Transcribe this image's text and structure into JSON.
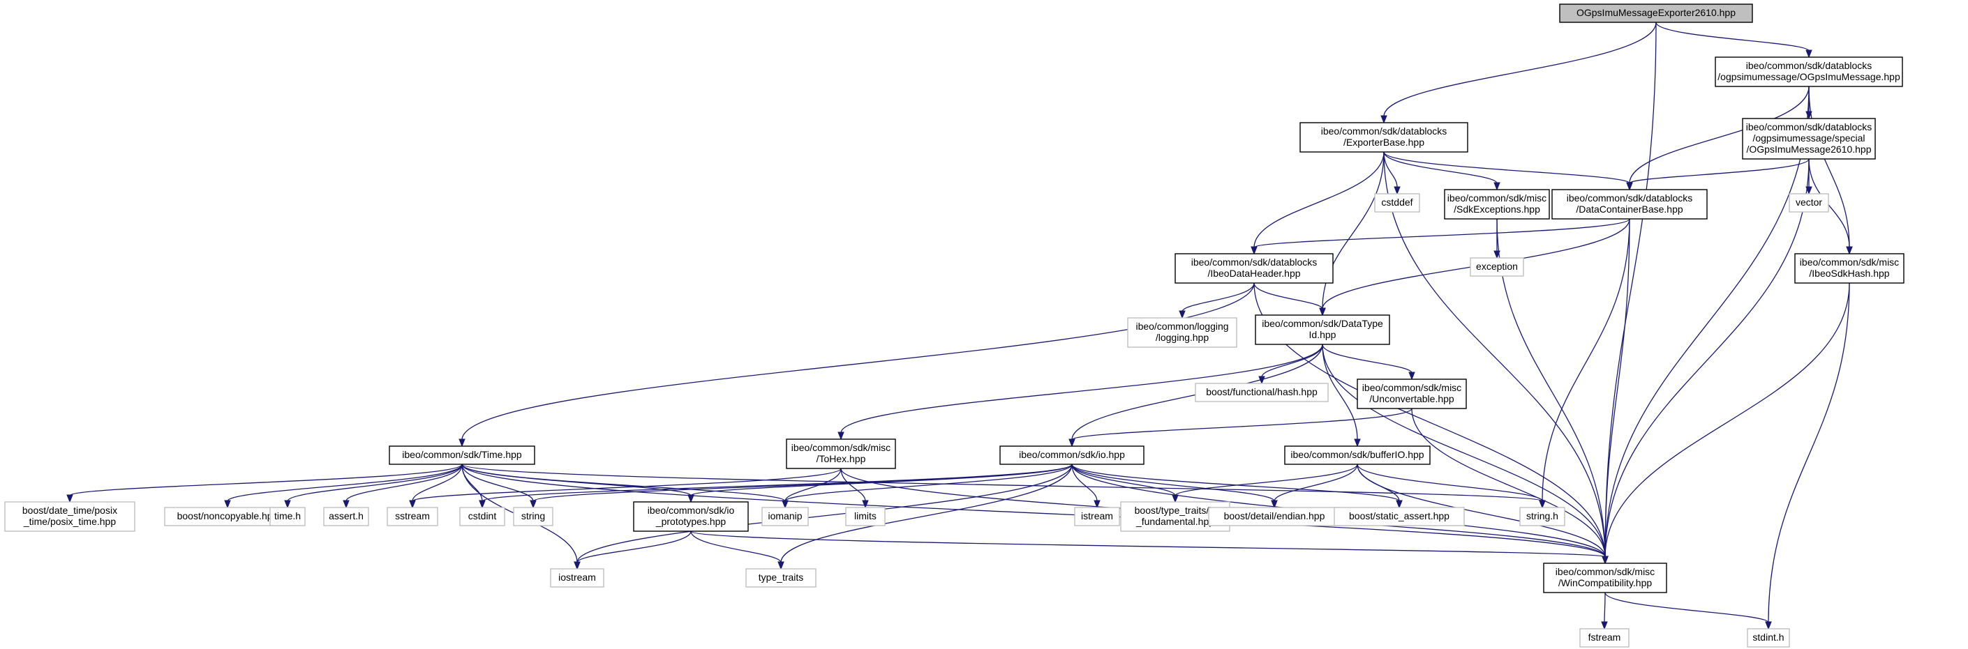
{
  "graph": {
    "root": "root",
    "nodes": [
      {
        "id": "root",
        "kind": "root",
        "lines": [
          "OGpsImuMessageExporter2610.hpp"
        ]
      },
      {
        "id": "ogpsimu",
        "kind": "doc",
        "lines": [
          "ibeo/common/sdk/datablocks",
          "/ogpsimumessage/OGpsImuMessage.hpp"
        ]
      },
      {
        "id": "exporterbase",
        "kind": "doc",
        "lines": [
          "ibeo/common/sdk/datablocks",
          "/ExporterBase.hpp"
        ]
      },
      {
        "id": "ogps2610",
        "kind": "doc",
        "lines": [
          "ibeo/common/sdk/datablocks",
          "/ogpsimumessage/special",
          "/OGpsImuMessage2610.hpp"
        ]
      },
      {
        "id": "cstddef",
        "kind": "sys",
        "lines": [
          "cstddef"
        ]
      },
      {
        "id": "sdkexceptions",
        "kind": "doc",
        "lines": [
          "ibeo/common/sdk/misc",
          "/SdkExceptions.hpp"
        ]
      },
      {
        "id": "datacontainerbase",
        "kind": "doc",
        "lines": [
          "ibeo/common/sdk/datablocks",
          "/DataContainerBase.hpp"
        ]
      },
      {
        "id": "vector",
        "kind": "sys",
        "lines": [
          "vector"
        ]
      },
      {
        "id": "exception",
        "kind": "sys",
        "lines": [
          "exception"
        ]
      },
      {
        "id": "ibeodataheader",
        "kind": "doc",
        "lines": [
          "ibeo/common/sdk/datablocks",
          "/IbeoDataHeader.hpp"
        ]
      },
      {
        "id": "ibeosdkhash",
        "kind": "doc",
        "lines": [
          "ibeo/common/sdk/misc",
          "/IbeoSdkHash.hpp"
        ]
      },
      {
        "id": "logging",
        "kind": "sys",
        "lines": [
          "ibeo/common/logging",
          "/logging.hpp"
        ]
      },
      {
        "id": "datatypeid",
        "kind": "doc",
        "lines": [
          "ibeo/common/sdk/DataType",
          "Id.hpp"
        ]
      },
      {
        "id": "boosthash",
        "kind": "sys",
        "lines": [
          "boost/functional/hash.hpp"
        ]
      },
      {
        "id": "unconvertable",
        "kind": "doc",
        "lines": [
          "ibeo/common/sdk/misc",
          "/Unconvertable.hpp"
        ]
      },
      {
        "id": "tohex",
        "kind": "doc",
        "lines": [
          "ibeo/common/sdk/misc",
          "/ToHex.hpp"
        ]
      },
      {
        "id": "time",
        "kind": "doc",
        "lines": [
          "ibeo/common/sdk/Time.hpp"
        ]
      },
      {
        "id": "io",
        "kind": "doc",
        "lines": [
          "ibeo/common/sdk/io.hpp"
        ]
      },
      {
        "id": "bufferio",
        "kind": "doc",
        "lines": [
          "ibeo/common/sdk/bufferIO.hpp"
        ]
      },
      {
        "id": "posixtime",
        "kind": "sys",
        "lines": [
          "boost/date_time/posix",
          "_time/posix_time.hpp"
        ]
      },
      {
        "id": "noncopyable",
        "kind": "sys",
        "lines": [
          "boost/noncopyable.hpp"
        ]
      },
      {
        "id": "timeh",
        "kind": "sys",
        "lines": [
          "time.h"
        ]
      },
      {
        "id": "asserth",
        "kind": "sys",
        "lines": [
          "assert.h"
        ]
      },
      {
        "id": "sstream",
        "kind": "sys",
        "lines": [
          "sstream"
        ]
      },
      {
        "id": "cstdint",
        "kind": "sys",
        "lines": [
          "cstdint"
        ]
      },
      {
        "id": "string",
        "kind": "sys",
        "lines": [
          "string"
        ]
      },
      {
        "id": "ioprototypes",
        "kind": "doc",
        "lines": [
          "ibeo/common/sdk/io",
          "_prototypes.hpp"
        ]
      },
      {
        "id": "iomanip",
        "kind": "sys",
        "lines": [
          "iomanip"
        ]
      },
      {
        "id": "limits",
        "kind": "sys",
        "lines": [
          "limits"
        ]
      },
      {
        "id": "istream",
        "kind": "sys",
        "lines": [
          "istream"
        ]
      },
      {
        "id": "typetraitsfund",
        "kind": "sys",
        "lines": [
          "boost/type_traits/is",
          "_fundamental.hpp"
        ]
      },
      {
        "id": "endian",
        "kind": "sys",
        "lines": [
          "boost/detail/endian.hpp"
        ]
      },
      {
        "id": "staticassert",
        "kind": "sys",
        "lines": [
          "boost/static_assert.hpp"
        ]
      },
      {
        "id": "stringh",
        "kind": "sys",
        "lines": [
          "string.h"
        ]
      },
      {
        "id": "iostream",
        "kind": "sys",
        "lines": [
          "iostream"
        ]
      },
      {
        "id": "typetraits",
        "kind": "sys",
        "lines": [
          "type_traits"
        ]
      },
      {
        "id": "wincompat",
        "kind": "doc",
        "lines": [
          "ibeo/common/sdk/misc",
          "/WinCompatibility.hpp"
        ]
      },
      {
        "id": "fstream",
        "kind": "sys",
        "lines": [
          "fstream"
        ]
      },
      {
        "id": "stdinth",
        "kind": "sys",
        "lines": [
          "stdint.h"
        ]
      }
    ],
    "edges": [
      [
        "root",
        "ogpsimu"
      ],
      [
        "root",
        "exporterbase"
      ],
      [
        "root",
        "wincompat"
      ],
      [
        "ogpsimu",
        "ogps2610"
      ],
      [
        "ogpsimu",
        "datacontainerbase"
      ],
      [
        "ogpsimu",
        "ibeosdkhash"
      ],
      [
        "ogpsimu",
        "wincompat"
      ],
      [
        "ogps2610",
        "datacontainerbase"
      ],
      [
        "ogps2610",
        "vector"
      ],
      [
        "ogps2610",
        "ibeosdkhash"
      ],
      [
        "ogps2610",
        "wincompat"
      ],
      [
        "exporterbase",
        "cstddef"
      ],
      [
        "exporterbase",
        "sdkexceptions"
      ],
      [
        "exporterbase",
        "datacontainerbase"
      ],
      [
        "exporterbase",
        "ibeodataheader"
      ],
      [
        "exporterbase",
        "datatypeid"
      ],
      [
        "exporterbase",
        "wincompat"
      ],
      [
        "sdkexceptions",
        "exception"
      ],
      [
        "sdkexceptions",
        "wincompat"
      ],
      [
        "datacontainerbase",
        "ibeodataheader"
      ],
      [
        "datacontainerbase",
        "datatypeid"
      ],
      [
        "datacontainerbase",
        "stringh"
      ],
      [
        "datacontainerbase",
        "wincompat"
      ],
      [
        "ibeodataheader",
        "logging"
      ],
      [
        "ibeodataheader",
        "datatypeid"
      ],
      [
        "ibeodataheader",
        "time"
      ],
      [
        "ibeodataheader",
        "wincompat"
      ],
      [
        "ibeosdkhash",
        "wincompat"
      ],
      [
        "ibeosdkhash",
        "stdinth"
      ],
      [
        "datatypeid",
        "boosthash"
      ],
      [
        "datatypeid",
        "unconvertable"
      ],
      [
        "datatypeid",
        "tohex"
      ],
      [
        "datatypeid",
        "io"
      ],
      [
        "datatypeid",
        "bufferio"
      ],
      [
        "datatypeid",
        "wincompat"
      ],
      [
        "unconvertable",
        "io"
      ],
      [
        "unconvertable",
        "wincompat"
      ],
      [
        "tohex",
        "iomanip"
      ],
      [
        "tohex",
        "limits"
      ],
      [
        "tohex",
        "sstream"
      ],
      [
        "tohex",
        "wincompat"
      ],
      [
        "time",
        "posixtime"
      ],
      [
        "time",
        "noncopyable"
      ],
      [
        "time",
        "timeh"
      ],
      [
        "time",
        "asserth"
      ],
      [
        "time",
        "sstream"
      ],
      [
        "time",
        "cstdint"
      ],
      [
        "time",
        "string"
      ],
      [
        "time",
        "ioprototypes"
      ],
      [
        "time",
        "iomanip"
      ],
      [
        "time",
        "iostream"
      ],
      [
        "time",
        "stringh"
      ],
      [
        "time",
        "wincompat"
      ],
      [
        "io",
        "ioprototypes"
      ],
      [
        "io",
        "iomanip"
      ],
      [
        "io",
        "istream"
      ],
      [
        "io",
        "iostream"
      ],
      [
        "io",
        "typetraits"
      ],
      [
        "io",
        "typetraitsfund"
      ],
      [
        "io",
        "endian"
      ],
      [
        "io",
        "staticassert"
      ],
      [
        "io",
        "string"
      ],
      [
        "io",
        "cstdint"
      ],
      [
        "io",
        "wincompat"
      ],
      [
        "bufferio",
        "typetraitsfund"
      ],
      [
        "bufferio",
        "endian"
      ],
      [
        "bufferio",
        "staticassert"
      ],
      [
        "bufferio",
        "stringh"
      ],
      [
        "bufferio",
        "wincompat"
      ],
      [
        "ioprototypes",
        "iostream"
      ],
      [
        "ioprototypes",
        "typetraits"
      ],
      [
        "ioprototypes",
        "wincompat"
      ],
      [
        "wincompat",
        "fstream"
      ],
      [
        "wincompat",
        "stdinth"
      ]
    ]
  }
}
